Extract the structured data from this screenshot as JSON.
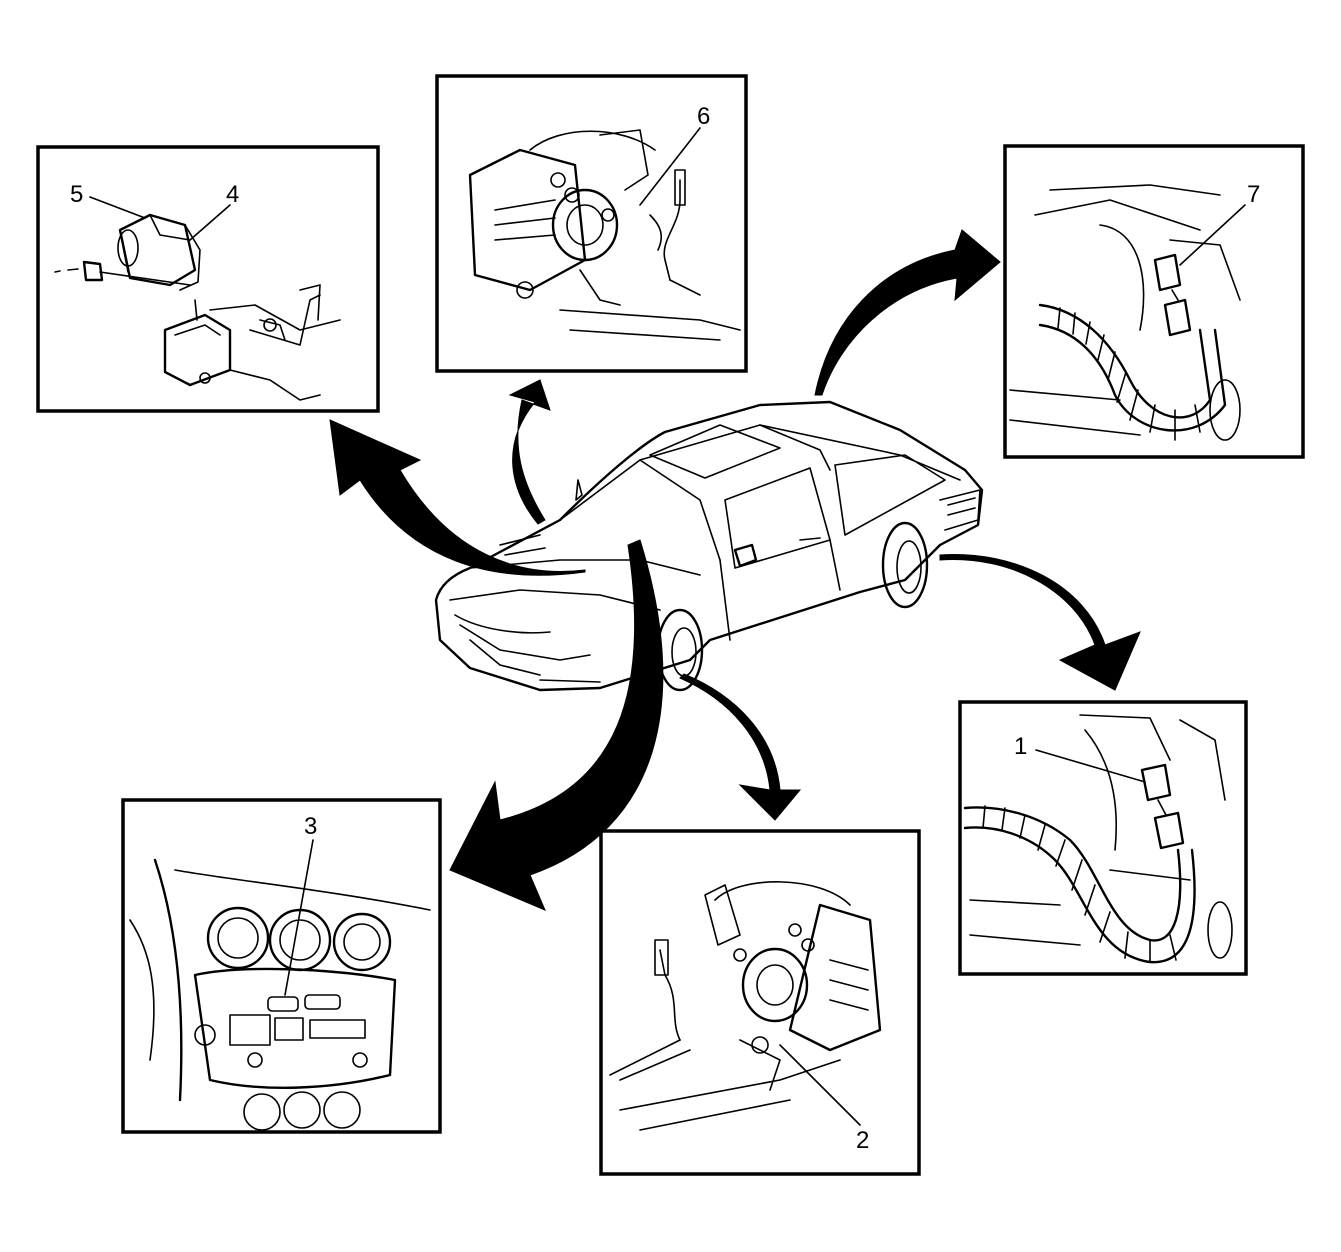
{
  "callouts": {
    "c1": "1",
    "c2": "2",
    "c3": "3",
    "c4": "4",
    "c5": "5",
    "c6": "6",
    "c7": "7"
  },
  "colors": {
    "ink": "#000000",
    "paper": "#ffffff"
  }
}
